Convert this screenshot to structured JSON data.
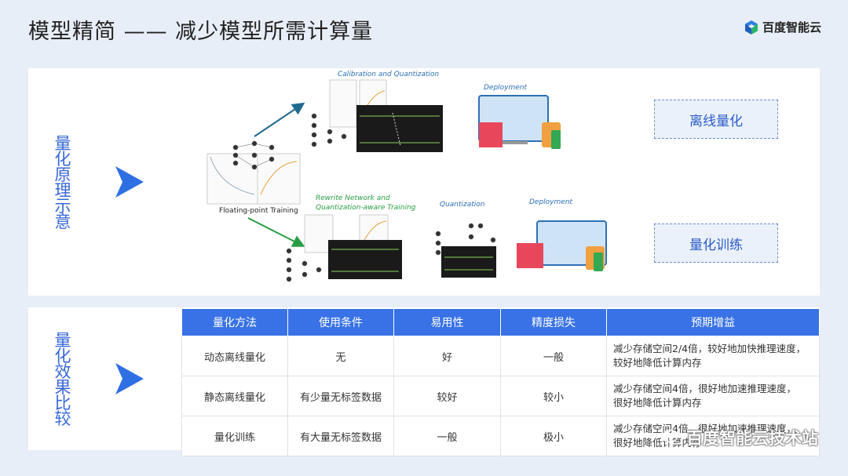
{
  "header": {
    "title": "模型精简 —— 减少模型所需计算量",
    "brand": "百度智能云"
  },
  "top_section": {
    "label_chars": [
      "量",
      "化",
      "原",
      "理",
      "示",
      "意"
    ],
    "captions": {
      "calibration": "Calibration and Quantization",
      "deployment1": "Deployment",
      "floating": "Floating-point Training",
      "rewrite1": "Rewrite Network and",
      "rewrite2": "Quantization-aware Training",
      "quantization": "Quantization",
      "deployment2": "Deployment"
    },
    "boxes": [
      "离线量化",
      "量化训练"
    ]
  },
  "bottom_section": {
    "label_chars": [
      "量",
      "化",
      "效",
      "果",
      "比",
      "较"
    ],
    "table": {
      "headers": [
        "量化方法",
        "使用条件",
        "易用性",
        "精度损失",
        "预期增益"
      ],
      "rows": [
        {
          "method": "动态离线量化",
          "condition": "无",
          "ease": "好",
          "loss": "一般",
          "gain1": "减少存储空间2/4倍，较好地加快推理速度，",
          "gain2": "较好地降低计算内存"
        },
        {
          "method": "静态离线量化",
          "condition": "有少量无标签数据",
          "ease": "较好",
          "loss": "较小",
          "gain1": "减少存储空间4倍，很好地加速推理速度，",
          "gain2": "很好地降低计算内存"
        },
        {
          "method": "量化训练",
          "condition": "有大量无标签数据",
          "ease": "一般",
          "loss": "极小",
          "gain1": "减少存储空间4倍，很好地加速推理速度，",
          "gain2": "很好地降低计算内存"
        }
      ]
    }
  },
  "watermark": "百度智能云技术站",
  "colors": {
    "accent": "#3972e6",
    "label": "#3868d8",
    "arrow": "#2f6fe4"
  },
  "icons": [
    "chevron-right-icon",
    "neural-network-icon",
    "device-set-icon",
    "wechat-icon"
  ]
}
